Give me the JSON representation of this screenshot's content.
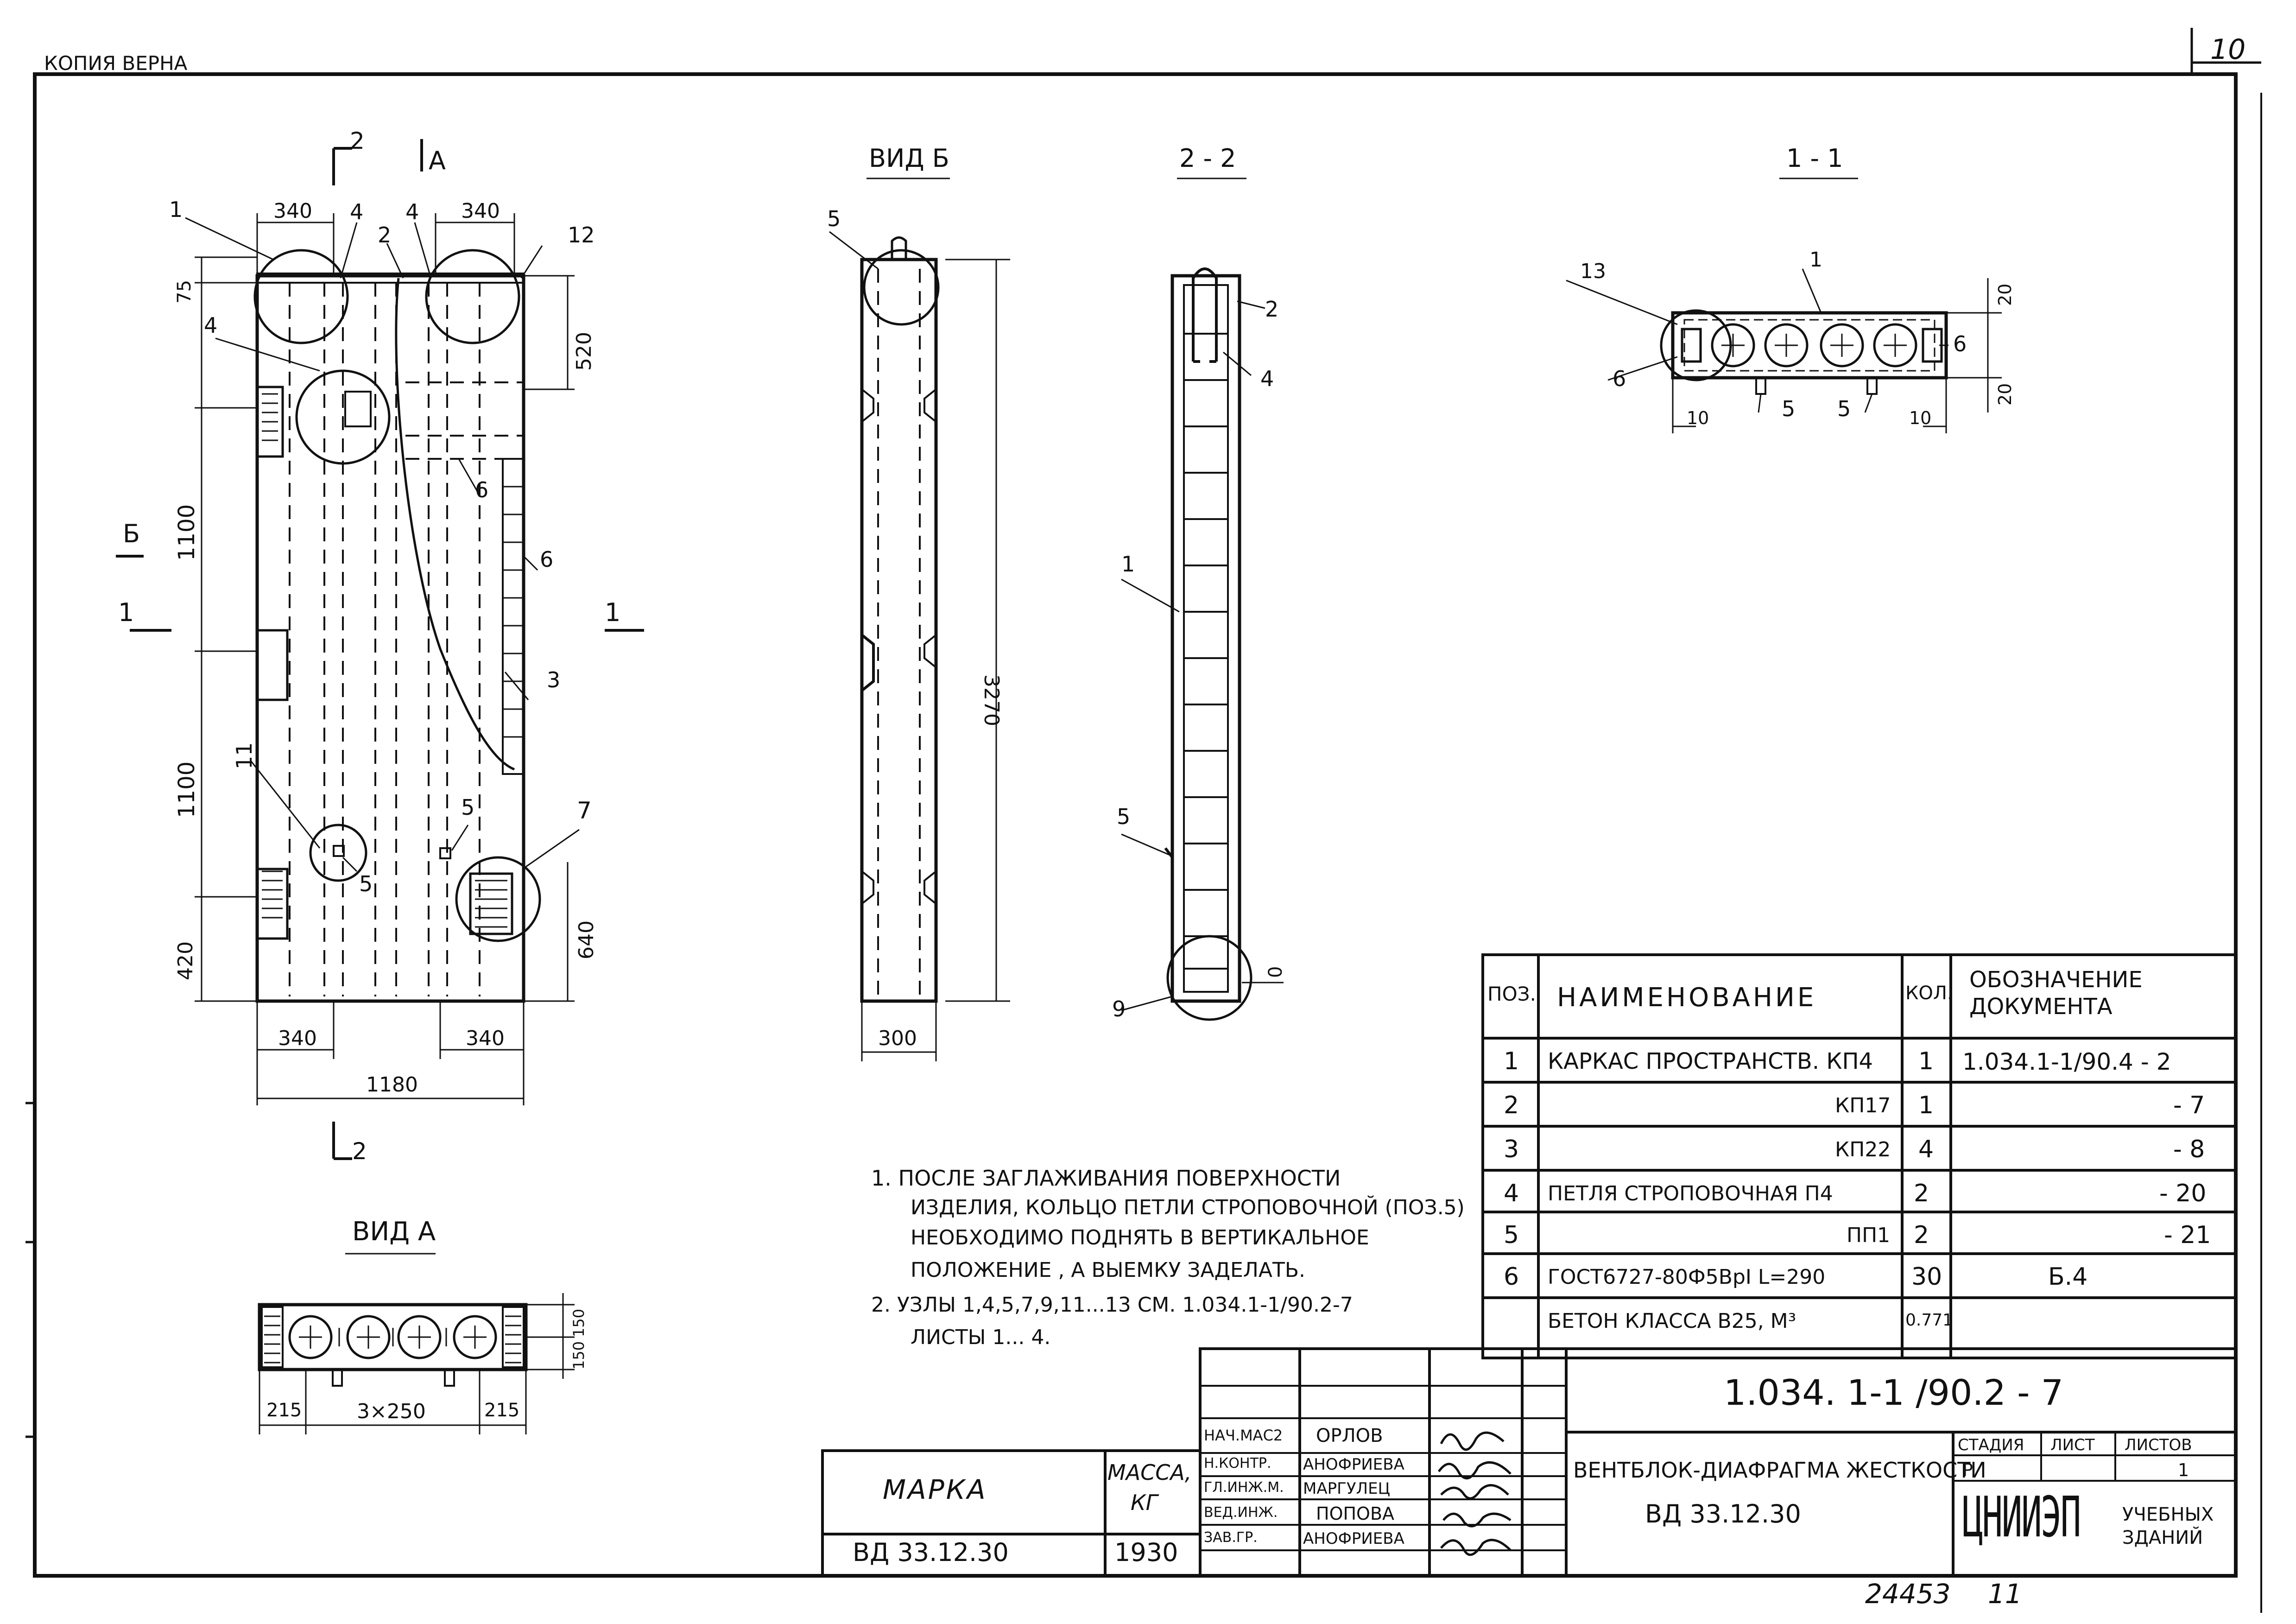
{
  "header": {
    "copy_mark": "КОПИЯ ВЕРНА",
    "sheet_number": "10"
  },
  "views": {
    "main": {
      "section_2_top": "2",
      "section_2_bottom": "2",
      "view_a_arrow": "A",
      "view_b_arrow": "Б",
      "section_1_left": "1",
      "section_1_right": "1",
      "dims": {
        "top_left": "340",
        "top_right": "340",
        "left_75": "75",
        "right_520": "520",
        "left_1100_a": "1100",
        "left_1100_b": "1100",
        "left_420": "420",
        "right_640": "640",
        "bottom_left_340": "340",
        "bottom_right_340": "340",
        "bottom_1180": "1180"
      },
      "callouts": [
        "1",
        "4",
        "2",
        "4",
        "12",
        "4",
        "6",
        "6",
        "3",
        "11",
        "5",
        "5",
        "7"
      ]
    },
    "view_b": {
      "title": "ВИД Б",
      "callout_5": "5",
      "dim_3270": "3270",
      "dim_300": "300"
    },
    "section_2_2": {
      "title": "2 - 2",
      "callouts": [
        "2",
        "4",
        "1",
        "5",
        "9",
        "0"
      ]
    },
    "section_1_1": {
      "title": "1 - 1",
      "callouts": [
        "13",
        "1",
        "6",
        "6",
        "5",
        "5"
      ],
      "dims": [
        "20",
        "20",
        "10",
        "10"
      ]
    },
    "view_a": {
      "title": "ВИД А",
      "dims": [
        "215",
        "3×250",
        "215",
        "150",
        "150"
      ]
    }
  },
  "notes": [
    "1. ПОСЛЕ ЗАГЛАЖИВАНИЯ ПОВЕРХНОСТИ",
    "ИЗДЕЛИЯ, КОЛЬЦО ПЕТЛИ СТРОПОВОЧНОЙ (ПОЗ.5)",
    "НЕОБХОДИМО ПОДНЯТЬ В ВЕРТИКАЛЬНОЕ",
    "ПОЛОЖЕНИЕ , А ВЫЕМКУ ЗАДЕЛАТЬ.",
    "2. УЗЛЫ 1,4,5,7,9,11...13 СМ. 1.034.1-1/90.2-7",
    "ЛИСТЫ 1... 4."
  ],
  "spec_table": {
    "headers": [
      "ПОЗ.",
      "НАИМЕНОВАНИЕ",
      "КОЛ.",
      "ОБОЗНАЧЕНИЕ ДОКУМЕНТА"
    ],
    "rows": [
      [
        "1",
        "КАРКАС ПРОСТРАНСТВ. КП4",
        "1",
        "1.034.1-1/90.4 - 2"
      ],
      [
        "2",
        "КП17",
        "1",
        "- 7"
      ],
      [
        "3",
        "КП22",
        "4",
        "- 8"
      ],
      [
        "4",
        "ПЕТЛЯ СТРОПОВОЧНАЯ П4",
        "2",
        "- 20"
      ],
      [
        "5",
        "ПП1",
        "2",
        "- 21"
      ],
      [
        "6",
        "ГОСТ6727-80Ф5ВрI L=290",
        "30",
        "Б.4"
      ],
      [
        "",
        "БЕТОН КЛАССА В25, М³",
        "0.771",
        ""
      ]
    ]
  },
  "title_block": {
    "doc_code": "1.034. 1-1 /90.2 - 7",
    "product_name": "ВЕНТБЛОК-ДИАФРАГМА ЖЕСТКОСТИ",
    "product_mark": "ВД 33.12.30",
    "stage_header": "СТАДИЯ",
    "sheet_header": "ЛИСТ",
    "sheets_header": "ЛИСТОВ",
    "stage": "Р",
    "sheet": "",
    "sheets": "1",
    "org_logo": "ЦНИИЭП",
    "org_sub_1": "УЧЕБНЫХ",
    "org_sub_2": "ЗДАНИЙ",
    "staff": [
      {
        "role": "НАЧ.МАС2",
        "name": "ОРЛОВ"
      },
      {
        "role": "Н.КОНТР.",
        "name": "АНОФРИЕВА"
      },
      {
        "role": "ГЛ.ИНЖ.М.",
        "name": "МАРГУЛЕЦ"
      },
      {
        "role": "ВЕД.ИНЖ.",
        "name": "ПОПОВА"
      },
      {
        "role": "ЗАВ.ГР.",
        "name": "АНОФРИЕВА"
      }
    ]
  },
  "mark_table": {
    "mark_header": "МАРКА",
    "mass_header_1": "МАССА,",
    "mass_header_2": "КГ",
    "mark_value": "ВД 33.12.30",
    "mass_value": "1930"
  },
  "footer": {
    "inventory": "24453",
    "page": "11"
  }
}
